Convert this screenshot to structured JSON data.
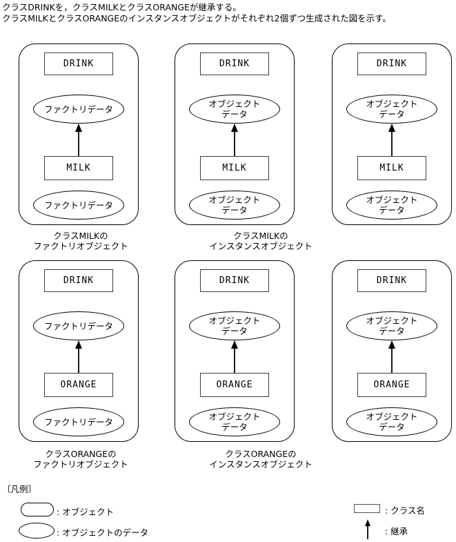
{
  "header": {
    "line1": "クラスDRINKを，クラスMILKとクラスORANGEが継承する。",
    "line2": "クラスMILKとクラスORANGEのインスタンスオブジェクトがそれぞれ2個ずつ生成された図を示す。"
  },
  "diagram": {
    "groups": [
      {
        "parent_class": "DRINK",
        "parent_data": "ファクトリデータ",
        "child_class": "MILK",
        "child_data": "ファクトリデータ"
      },
      {
        "parent_class": "DRINK",
        "parent_data": "オブジェクト\nデータ",
        "child_class": "MILK",
        "child_data": "オブジェクト\nデータ"
      },
      {
        "parent_class": "DRINK",
        "parent_data": "オブジェクト\nデータ",
        "child_class": "MILK",
        "child_data": "オブジェクト\nデータ"
      },
      {
        "parent_class": "DRINK",
        "parent_data": "ファクトリデータ",
        "child_class": "ORANGE",
        "child_data": "ファクトリデータ"
      },
      {
        "parent_class": "DRINK",
        "parent_data": "オブジェクト\nデータ",
        "child_class": "ORANGE",
        "child_data": "オブジェクト\nデータ"
      },
      {
        "parent_class": "DRINK",
        "parent_data": "オブジェクト\nデータ",
        "child_class": "ORANGE",
        "child_data": "オブジェクト\nデータ"
      }
    ],
    "captions": [
      {
        "line1": "クラスMILKの",
        "line2": "ファクトリオブジェクト"
      },
      {
        "line1": "クラスMILKの",
        "line2": "インスタンスオブジェクト"
      },
      {
        "line1": "クラスORANGEの",
        "line2": "ファクトリオブジェクト"
      },
      {
        "line1": "クラスORANGEの",
        "line2": "インスタンスオブジェクト"
      }
    ]
  },
  "legend": {
    "title": "〔凡例〕",
    "items": [
      {
        "symbol": "rounded-rect-icon",
        "label": ": オブジェクト"
      },
      {
        "symbol": "ellipse-icon",
        "label": ": オブジェクトのデータ"
      },
      {
        "symbol": "rect-icon",
        "label": ": クラス名"
      },
      {
        "symbol": "arrow-up-icon",
        "label": ": 継承"
      }
    ]
  },
  "colors": {
    "stroke": "#000000",
    "class_box_stroke": "#3c3c3c",
    "background": "#ffffff"
  }
}
